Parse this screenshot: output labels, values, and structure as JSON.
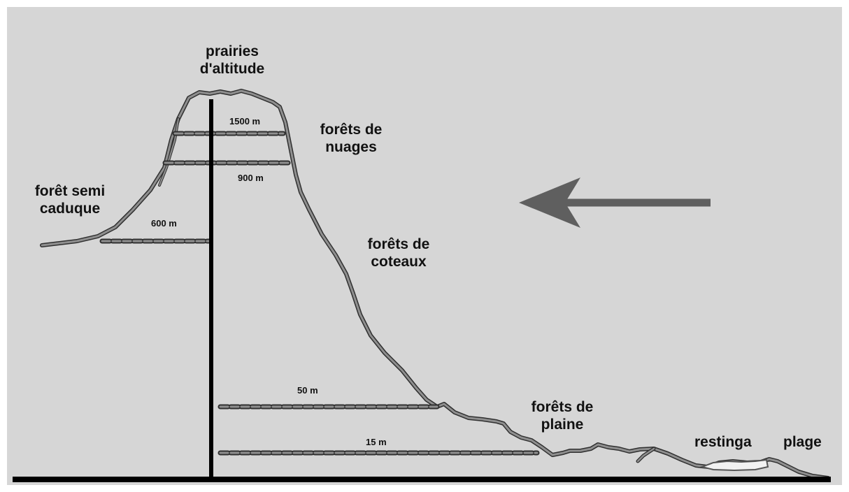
{
  "colors": {
    "panel_background": "#d6d6d6",
    "terrain_fill": "#8f8f8f",
    "terrain_outline": "#303030",
    "axis": "#000000",
    "arrow": "#5f5f5f",
    "text": "#111111"
  },
  "arrow": {
    "direction": "left"
  },
  "zones": {
    "prairies": {
      "line1": "prairies",
      "line2": "d'altitude"
    },
    "nuages": {
      "line1": "forêts de",
      "line2": "nuages"
    },
    "semi_caduque": {
      "line1": "forêt semi",
      "line2": "caduque"
    },
    "coteaux": {
      "line1": "forêts de",
      "line2": "coteaux"
    },
    "plaine": {
      "line1": "forêts de",
      "line2": "plaine"
    },
    "restinga": "restinga",
    "plage": "plage"
  },
  "altitudes": {
    "a1500": "1500 m",
    "a900": "900 m",
    "a600": "600 m",
    "a50": "50 m",
    "a15": "15 m"
  }
}
